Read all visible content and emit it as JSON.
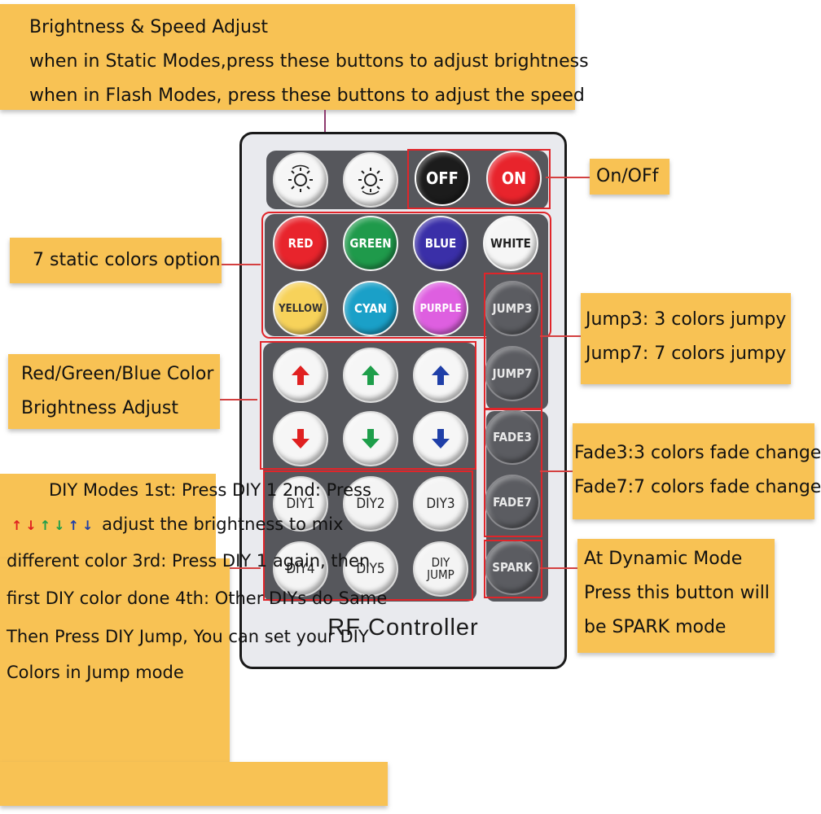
{
  "annotations": {
    "brightness_speed": [
      "Brightness & Speed Adjust",
      "when in Static Modes,press these buttons to adjust brightness",
      "when in Flash Modes, press these buttons to adjust the speed"
    ],
    "on_off": "On/OFf",
    "static_colors": "7 static colors option",
    "rgb_adjust": [
      "Red/Green/Blue Color",
      "Brightness Adjust"
    ],
    "jump": [
      "Jump3: 3 colors jumpy",
      "Jump7: 7 colors jumpy"
    ],
    "fade": [
      "Fade3:3 colors fade change",
      "Fade7:7 colors fade change"
    ],
    "spark": [
      "At Dynamic Mode",
      "Press this button will",
      "be SPARK mode"
    ],
    "diy_modes": {
      "title": "DIY Modes",
      "step1": "1st: Press DIY 1",
      "step2_prefix": "2nd: Press",
      "step2_arrows": [
        "↑",
        "↓",
        "↑",
        "↓",
        "↑",
        "↓"
      ],
      "step2_arrow_colors": [
        "#e02020",
        "#e02020",
        "#1e9e4a",
        "#1e9e4a",
        "#1f3fa8",
        "#1f3fa8"
      ],
      "lines": [
        "adjust the brightness to",
        "mix different color",
        "3rd: Press DIY 1 again,",
        "then first DIY color done",
        "4th: Other DIYs do Same",
        "Then Press DIY Jump,",
        "You can set your DIY Colors in Jump mode"
      ]
    }
  },
  "remote": {
    "title": "RF Controller",
    "off": "OFF",
    "on": "ON",
    "colors": [
      {
        "label": "RED",
        "bg": "#e8242c",
        "fg": "#ffffff"
      },
      {
        "label": "GREEN",
        "bg": "#1f9a4b",
        "fg": "#ffffff"
      },
      {
        "label": "BLUE",
        "bg": "#3a2fa8",
        "fg": "#ffffff"
      },
      {
        "label": "WHITE",
        "bg": "#f6f6f6",
        "fg": "#222222"
      },
      {
        "label": "YELLOW",
        "bg": "#f7d25a",
        "fg": "#333333"
      },
      {
        "label": "CYAN",
        "bg": "#1aa0c8",
        "fg": "#ffffff"
      },
      {
        "label": "PURPLE",
        "bg": "#de5fe0",
        "fg": "#ffffff"
      }
    ],
    "jump3": "JUMP3",
    "jump7": "JUMP7",
    "fade3": "FADE3",
    "fade7": "FADE7",
    "spark": "SPARK",
    "diy": [
      "DIY1",
      "DIY2",
      "DIY3",
      "DIY4",
      "DIY5",
      "DIY\nJUMP"
    ],
    "arrow_colors": {
      "red": "#e02020",
      "green": "#1e9e4a",
      "blue": "#1f3fa8"
    }
  }
}
